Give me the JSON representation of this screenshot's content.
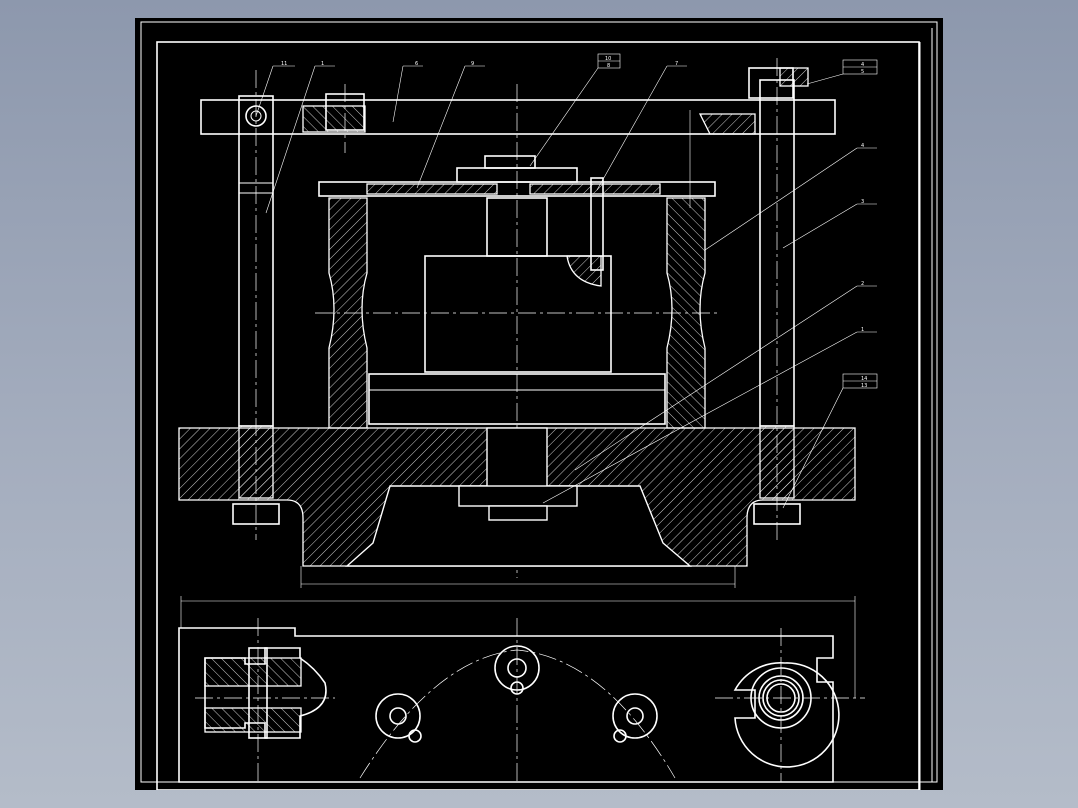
{
  "drawing": {
    "background": "#000000",
    "line_color": "#ffffff",
    "outer_background": "#9aa4b6",
    "balloons": [
      {
        "id": "b11",
        "text": "11"
      },
      {
        "id": "b12",
        "text": "1"
      },
      {
        "id": "b6",
        "text": "6"
      },
      {
        "id": "b9",
        "text": "9"
      },
      {
        "id": "b10",
        "text": "10"
      },
      {
        "id": "b8",
        "text": "8"
      },
      {
        "id": "b7",
        "text": "7"
      },
      {
        "id": "b4",
        "text": "4"
      },
      {
        "id": "b5",
        "text": "5"
      },
      {
        "id": "b4b",
        "text": "4"
      },
      {
        "id": "b3",
        "text": "3"
      },
      {
        "id": "b2",
        "text": "2"
      },
      {
        "id": "b1",
        "text": "1"
      },
      {
        "id": "b14",
        "text": "14"
      },
      {
        "id": "b13",
        "text": "13"
      }
    ]
  }
}
